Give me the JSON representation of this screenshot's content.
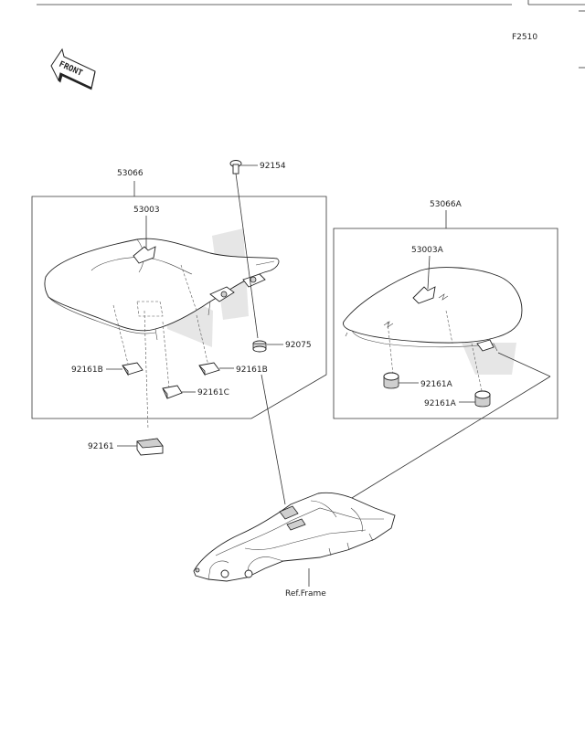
{
  "figure_code": "F2510",
  "front_label": "FRONT",
  "parts": {
    "p53066": "53066",
    "p53003": "53003",
    "p92154": "92154",
    "p92075": "92075",
    "p92161B_left": "92161B",
    "p92161B_right": "92161B",
    "p92161C": "92161C",
    "p92161": "92161",
    "p53066A": "53066A",
    "p53003A": "53003A",
    "p92161A_upper": "92161A",
    "p92161A_lower": "92161A"
  },
  "reference": "Ref.Frame"
}
